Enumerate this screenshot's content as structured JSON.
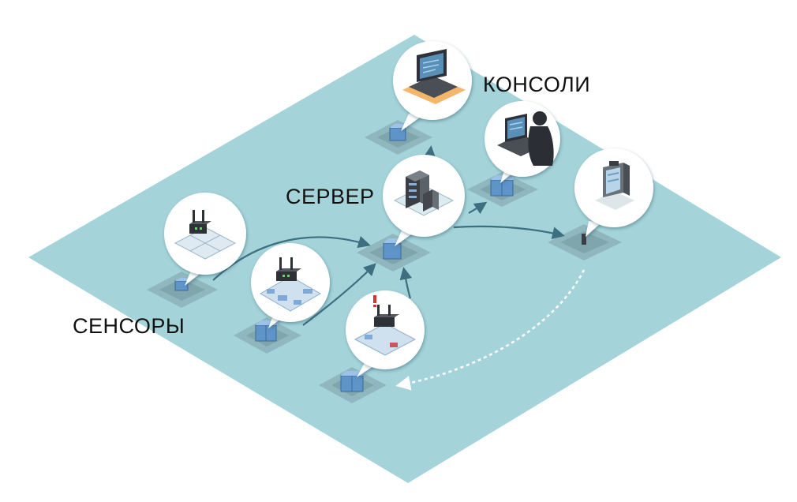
{
  "labels": {
    "consoles": "КОНСОЛИ",
    "server": "СЕРВЕР",
    "sensors": "СЕНСОРЫ"
  },
  "colors": {
    "plane": "#a4d4da",
    "tile": "#8fb7bd",
    "tile_inner": "#7fa6ad",
    "arrow": "#3e6f80",
    "bubble": "#ffffff",
    "device": "#5f94c9",
    "dark": "#3b3f45",
    "orange": "#f3b66a",
    "alert": "#d2372f"
  },
  "icons": {
    "sensor": "wireless-router-icon",
    "server": "server-tower-icon",
    "console": "laptop-icon",
    "operator": "operator-silhouette-icon",
    "mobile": "mobile-terminal-icon",
    "alert": "alert-exclamation-icon"
  }
}
